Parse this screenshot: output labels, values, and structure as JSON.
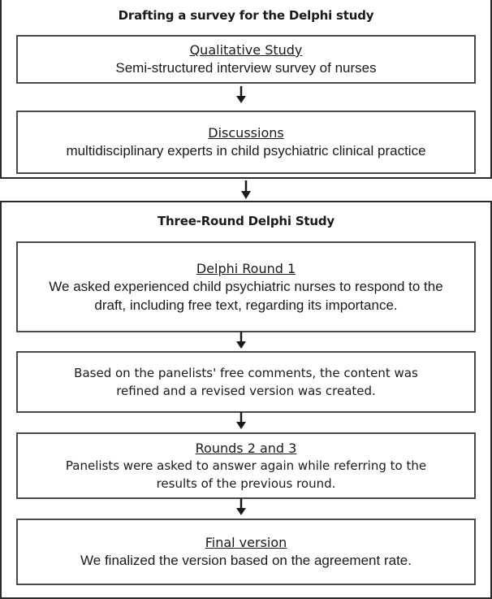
{
  "section1": {
    "title": "Drafting a survey for the Delphi study",
    "box1": {
      "heading": "Qualitative Study",
      "body": "Semi-structured interview survey of nurses"
    },
    "box2": {
      "heading": "Discussions",
      "body": "multidisciplinary experts in child psychiatric clinical practice"
    }
  },
  "section2": {
    "title": "Three-Round Delphi Study",
    "box1": {
      "heading": "Delphi Round 1",
      "body_line1": "We asked experienced child psychiatric nurses to respond to the",
      "body_line2": "draft, including free text, regarding its importance."
    },
    "box2": {
      "body_line1": "Based on the panelists' free comments, the content was",
      "body_line2": "refined and a revised version was created."
    },
    "box3": {
      "heading": "Rounds 2 and 3",
      "body_line1": "Panelists were asked to answer again while referring to the",
      "body_line2": "results of the previous round."
    },
    "box4": {
      "heading": "Final version",
      "body": "We finalized the version based on the agreement rate."
    }
  },
  "colors": {
    "border": "#2b2b2b",
    "arrow": "#1a1a1a",
    "text": "#1a1a1a"
  }
}
